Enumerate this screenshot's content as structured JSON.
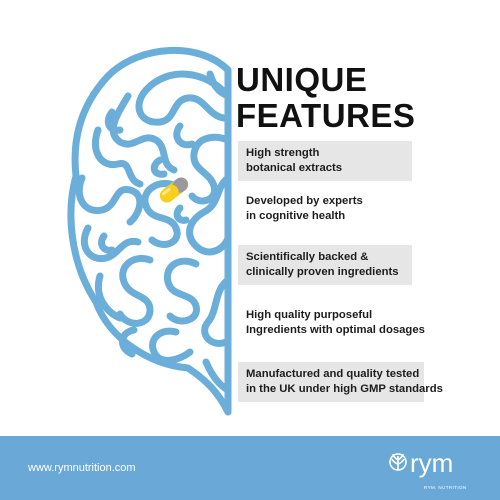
{
  "title": {
    "line1": "UNIQUE",
    "line2": "FEATURES"
  },
  "features": [
    {
      "line1": "High strength",
      "line2": "botanical extracts"
    },
    {
      "line1": "Developed by experts",
      "line2": "in cognitive health"
    },
    {
      "line1": "Scientifically backed &",
      "line2": "clinically proven ingredients"
    },
    {
      "line1": "High quality purposeful",
      "line2": "Ingredients with optimal dosages"
    },
    {
      "line1": "Manufactured and quality tested",
      "line2": "in the UK under high GMP standards"
    }
  ],
  "footer": {
    "url": "www.rymnutrition.com",
    "logo_wordmark": "rym",
    "logo_caption": "RYM. NUTRITION"
  },
  "icons": {
    "brain": "brain-maze-icon",
    "capsule": "capsule-icon",
    "logo": "rym-tree-logo-icon"
  },
  "colors": {
    "brain_outline": "#6aaed9",
    "capsule": "#f7cf1e",
    "footer_band": "#6aa8d7",
    "feature_shade": "#e6e6e6"
  }
}
